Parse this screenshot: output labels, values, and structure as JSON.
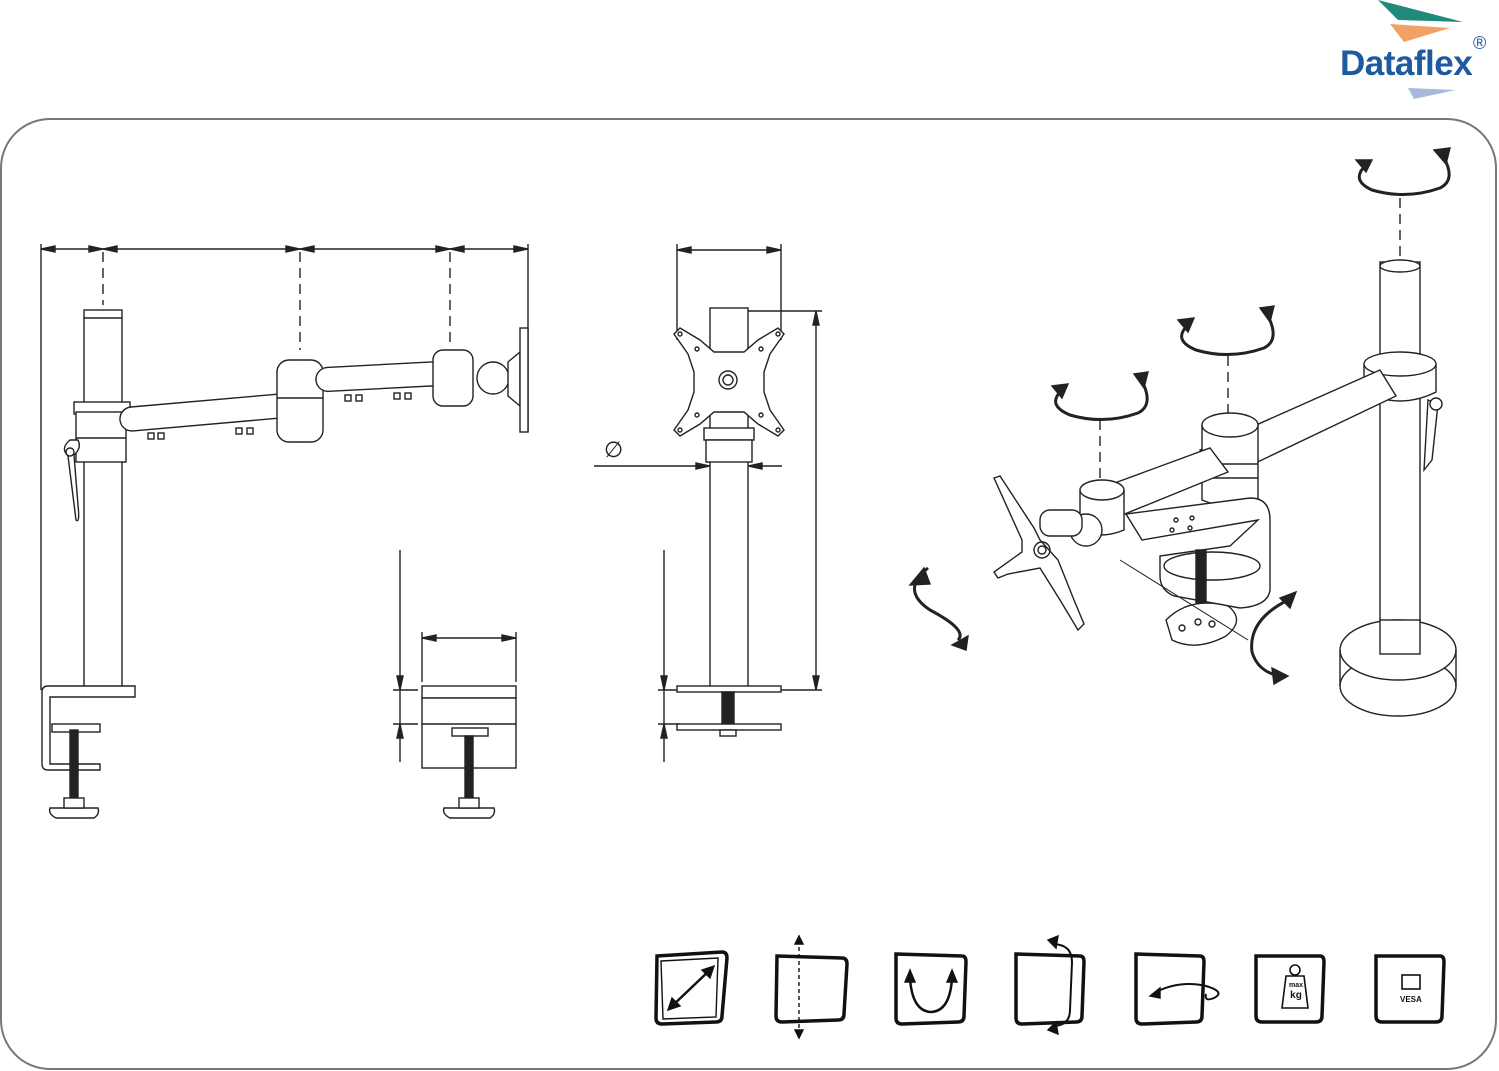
{
  "brand": {
    "name": "Dataflex",
    "registered_mark": "®",
    "colors": {
      "primary": "#1d5aa0",
      "teal": "#1f8a7a",
      "orange": "#f0a266",
      "lilac": "#a9b8dd"
    }
  },
  "annotations": {
    "diameter_symbol": "∅"
  },
  "feature_icons": [
    {
      "name": "screen-size-icon"
    },
    {
      "name": "height-adjust-icon"
    },
    {
      "name": "tilt-icon"
    },
    {
      "name": "swivel-icon"
    },
    {
      "name": "rotate-icon"
    },
    {
      "name": "max-weight-icon",
      "label_top": "max",
      "label_bottom": "kg"
    },
    {
      "name": "vesa-icon",
      "label": "VESA"
    }
  ]
}
